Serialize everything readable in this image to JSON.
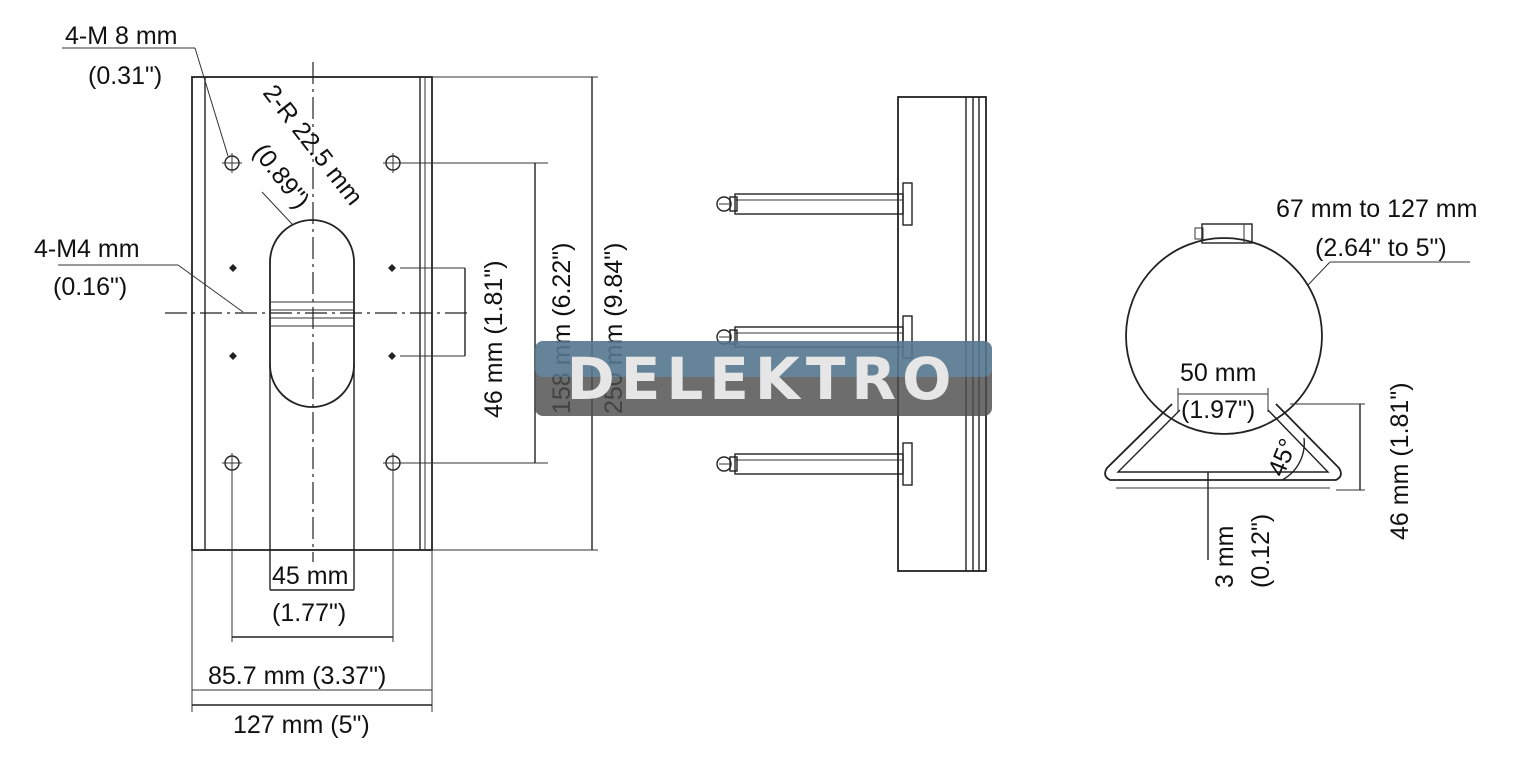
{
  "front_view": {
    "hole_large": {
      "metric": "4-M 8 mm",
      "imperial": "(0.31\")"
    },
    "radius": {
      "metric": "2-R 22.5 mm",
      "imperial": "(0.89\")"
    },
    "hole_small": {
      "metric": "4-M4 mm",
      "imperial": "(0.16\")"
    },
    "slot_width": {
      "metric": "45 mm",
      "imperial": "(1.77\")"
    },
    "hole_spacing_h": "85.7 mm (3.37\")",
    "plate_width": "127 mm (5\")",
    "small_hole_spacing_v": "46 mm (1.81\")",
    "large_hole_spacing_v": "158 mm (6.22\")",
    "plate_height": "250 mm (9.84\")"
  },
  "watermark": {
    "text": "DELEKTRO",
    "color": "#4d4d4d"
  },
  "top_view": {
    "pole_diameter": {
      "metric": "67 mm to 127 mm",
      "imperial": "(2.64\" to 5\")"
    },
    "bracket_width": {
      "metric": "50 mm",
      "imperial": "(1.97\")"
    },
    "angle": "45°",
    "bracket_height": "46 mm (1.81\")",
    "thickness": {
      "metric": "3 mm",
      "imperial": "(0.12\")"
    }
  }
}
